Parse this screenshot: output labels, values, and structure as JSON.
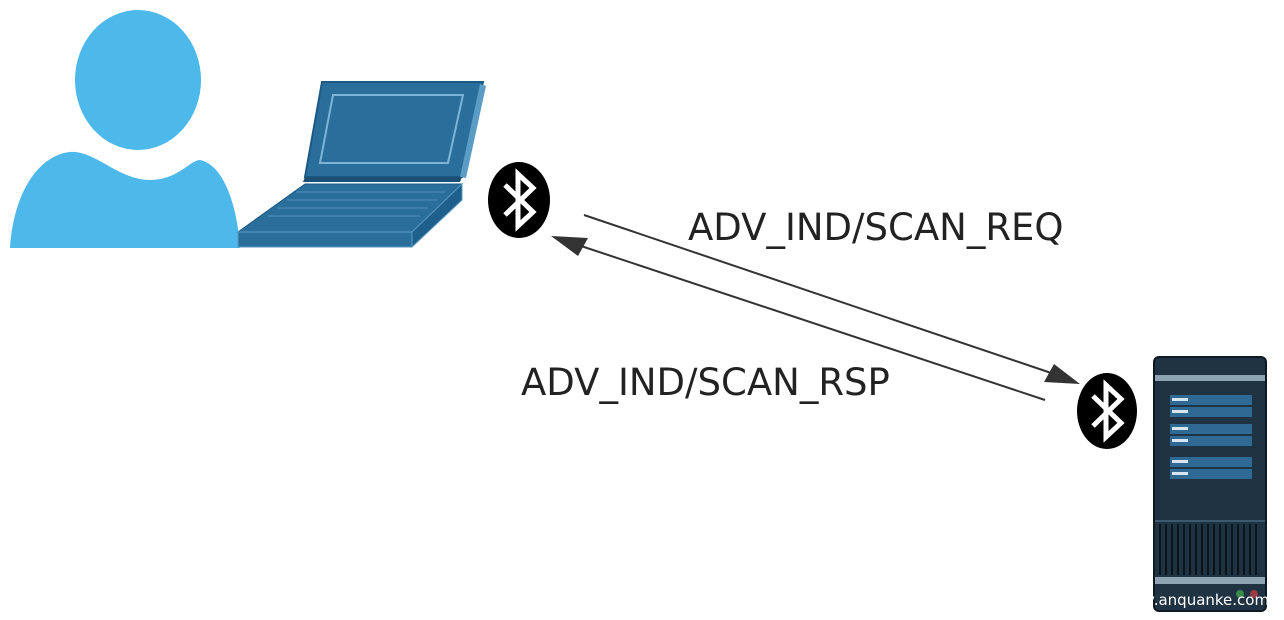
{
  "diagram": {
    "title": "BLE advertising / scan exchange",
    "nodes": [
      {
        "id": "user",
        "icon": "user-icon",
        "label": ""
      },
      {
        "id": "laptop",
        "icon": "laptop-icon",
        "label": ""
      },
      {
        "id": "bt-left",
        "icon": "bluetooth-icon",
        "label": ""
      },
      {
        "id": "bt-right",
        "icon": "bluetooth-icon",
        "label": ""
      },
      {
        "id": "server",
        "icon": "server-icon",
        "label": ""
      }
    ],
    "edges": [
      {
        "from": "bt-left",
        "to": "bt-right",
        "label": "ADV_IND/SCAN_REQ"
      },
      {
        "from": "bt-right",
        "to": "bt-left",
        "label": "ADV_IND/SCAN_RSP"
      }
    ],
    "colors": {
      "user": "#4db8ea",
      "laptop": "#2a6e9c",
      "bluetooth": "#000000",
      "server": "#1f3342",
      "server_panel": "#2e6a93",
      "arrow": "#333333"
    }
  },
  "watermark": "v.anquanke.com )"
}
